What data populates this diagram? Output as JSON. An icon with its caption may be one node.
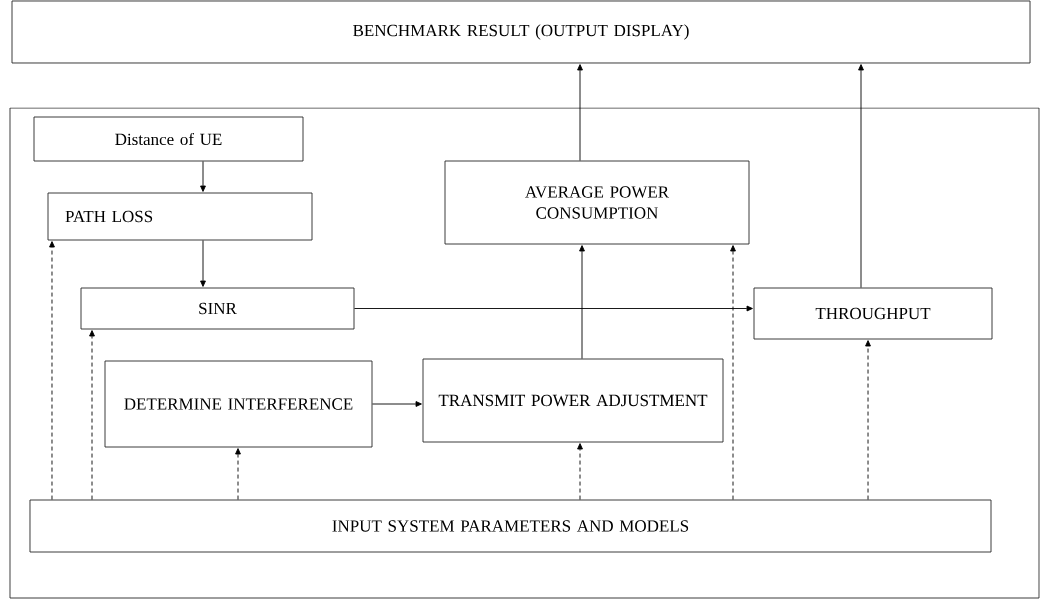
{
  "diagram": {
    "nodes": [
      {
        "text": [
          "BENCHMARK RESULT (OUTPUT DISPLAY)"
        ]
      },
      {
        "text": [],
        "shape": "box"
      },
      {
        "text": [
          "Distance of UE"
        ],
        "in": 1
      },
      {
        "text": [
          "AVERAGE POWER CONSUMPTION"
        ],
        "in": 1
      },
      {
        "text": [
          "PATH LOSS"
        ],
        "in": 1
      },
      {
        "text": [
          "SINR"
        ],
        "in": 1
      },
      {
        "text": [
          "THROUGHPUT"
        ],
        "in": 1
      },
      {
        "text": [
          "DETERMINE INTERFERENCE"
        ],
        "in": 1
      },
      {
        "text": [
          "TRANSMIT POWER ADJUSTMENT"
        ],
        "in": 1
      },
      {
        "text": [
          "INPUT SYSTEM PARAMETERS AND MODELS"
        ],
        "in": 1
      }
    ],
    "edges": [
      {
        "from": 2,
        "to": 4,
        "arrow": "to"
      },
      {
        "from": 4,
        "to": 5,
        "arrow": "to"
      },
      {
        "from": 5,
        "to": 6,
        "arrow": "to"
      },
      {
        "from": 7,
        "to": 8,
        "arrow": "to"
      },
      {
        "from": 8,
        "to": 3,
        "arrow": "to"
      },
      {
        "from": 3,
        "to": 0,
        "arrow": "to"
      },
      {
        "from": 6,
        "to": 0,
        "arrow": "to"
      },
      {
        "from": 9,
        "to": 4,
        "arrow": "to",
        "style": "dashed"
      },
      {
        "from": 9,
        "to": 5,
        "arrow": "to",
        "style": "dashed"
      },
      {
        "from": 9,
        "to": 7,
        "arrow": "to",
        "style": "dashed"
      },
      {
        "from": 9,
        "to": 8,
        "arrow": "to",
        "style": "dashed"
      },
      {
        "from": 9,
        "to": 3,
        "arrow": "to",
        "style": "dashed"
      },
      {
        "from": 9,
        "to": 6,
        "arrow": "to",
        "style": "dashed"
      }
    ]
  }
}
